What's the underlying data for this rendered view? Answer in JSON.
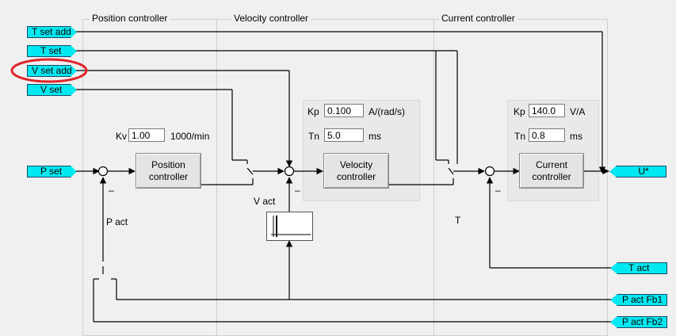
{
  "groups": {
    "position": "Position controller",
    "velocity": "Velocity controller",
    "current": "Current controller"
  },
  "inputs": {
    "t_set_add": "T set add",
    "t_set": "T set",
    "v_set_add": "V set add",
    "v_set": "V set",
    "p_set": "P set"
  },
  "outputs": {
    "u_star": "U*",
    "t_act": "T act",
    "p_act_fb1": "P act Fb1",
    "p_act_fb2": "P act Fb2"
  },
  "position_controller": {
    "kv_label": "Kv",
    "kv_value": "1.00",
    "kv_unit": "1000/min",
    "block_line1": "Position",
    "block_line2": "controller"
  },
  "velocity_controller": {
    "kp_label": "Kp",
    "kp_value": "0.100",
    "kp_unit": "A/(rad/s)",
    "tn_label": "Tn",
    "tn_value": "5.0",
    "tn_unit": "ms",
    "block_line1": "Velocity",
    "block_line2": "controller"
  },
  "current_controller": {
    "kp_label": "Kp",
    "kp_value": "140.0",
    "kp_unit": "V/A",
    "tn_label": "Tn",
    "tn_value": "0.8",
    "tn_unit": "ms",
    "block_line1": "Current",
    "block_line2": "controller"
  },
  "labels": {
    "p_act": "P act",
    "v_act": "V act",
    "t": "T",
    "minus": "–"
  },
  "colors": {
    "signal": "#00e8f0",
    "highlight": "#e0242a"
  }
}
